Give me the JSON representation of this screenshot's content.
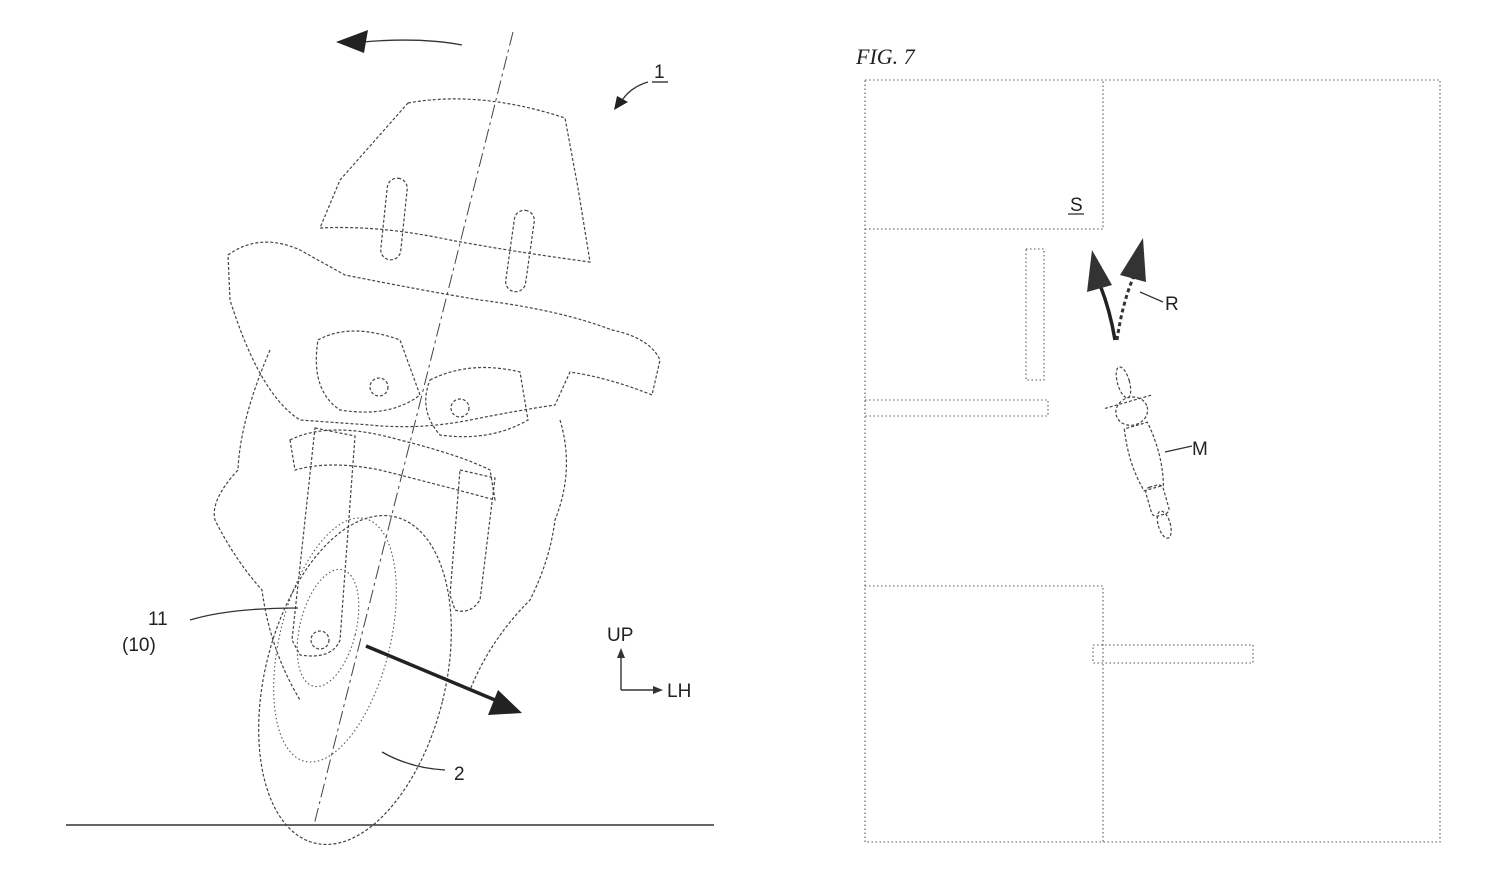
{
  "left_figure": {
    "ref_motorcycle": "1",
    "ref_front_fork": "11",
    "ref_steering_device": "(10)",
    "ref_front_wheel": "2",
    "axis_up": "UP",
    "axis_left": "LH"
  },
  "right_figure": {
    "title": "FIG. 7",
    "label_s": "S",
    "label_r": "R",
    "label_m": "M"
  }
}
